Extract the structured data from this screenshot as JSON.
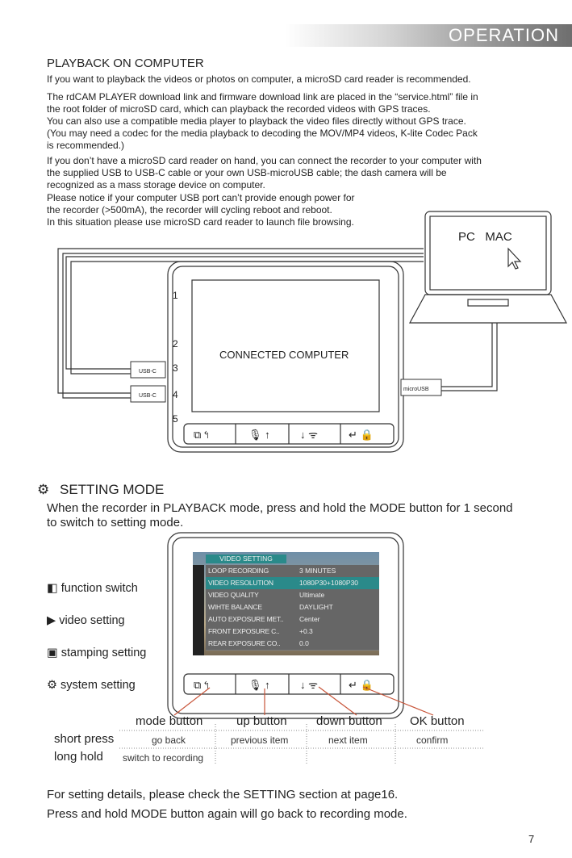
{
  "header": {
    "title": "OPERATION"
  },
  "playback": {
    "title": "PLAYBACK ON COMPUTER",
    "p1": "If you want to playback the videos or photos on computer, a microSD card reader is recommended.",
    "p2": "The rdCAM PLAYER download link and firmware download link are placed in the “service.html” file in\nthe root folder of microSD card, which can playback the recorded videos with GPS traces.\nYou can also use a compatible media player to playback the video files directly without GPS trace.\n(You may need a codec for the media playback to decoding the MOV/MP4 videos, K-lite Codec Pack\nis recommended.)",
    "p3": "If you don’t have a microSD card reader on hand, you can connect the recorder to your computer with\nthe supplied USB to USB-C cable or your own USB-microUSB cable; the dash camera will be\nrecognized as a mass storage device on computer.",
    "p4": "Please notice if your computer USB port can’t provide enough power for\nthe recorder (>500mA), the recorder will cycling reboot and reboot.\nIn this situation please use microSD card reader to launch file browsing."
  },
  "diagram1": {
    "pc_label": "PC   MAC",
    "screen_label": "CONNECTED COMPUTER",
    "ports": [
      "1",
      "2",
      "3",
      "4",
      "5"
    ],
    "usbc": "USB-C",
    "microusb": "microUSB"
  },
  "setting": {
    "title": "SETTING MODE",
    "intro": "When the recorder in PLAYBACK mode, press and hold the MODE button for 1 second\nto switch to setting mode.",
    "legend": [
      "function switch",
      "video setting",
      "stamping setting",
      "system setting"
    ],
    "menu_title": "VIDEO SETTING",
    "menu": [
      {
        "label": "LOOP RECORDING",
        "value": "3 MINUTES"
      },
      {
        "label": "VIDEO RESOLUTION",
        "value": "1080P30+1080P30"
      },
      {
        "label": "VIDEO QUALITY",
        "value": "Ultimate"
      },
      {
        "label": "WIHTE BALANCE",
        "value": "DAYLIGHT"
      },
      {
        "label": "AUTO EXPOSURE MET..",
        "value": "Center"
      },
      {
        "label": "FRONT EXPOSURE C..",
        "value": "+0.3"
      },
      {
        "label": "REAR EXPOSURE CO..",
        "value": "0.0"
      }
    ],
    "table": {
      "headers": [
        "mode button",
        "up button",
        "down button",
        "OK button"
      ],
      "rows": [
        {
          "label": "short press",
          "cells": [
            "go back",
            "previous item",
            "next item",
            "confirm"
          ]
        },
        {
          "label": "long hold",
          "cells": [
            "switch to recording",
            "",
            "",
            ""
          ]
        }
      ]
    },
    "note1": "For setting details, please check the SETTING section at page16.",
    "note2": "Press and hold MODE button again will go back to recording mode."
  },
  "page_number": "7",
  "colors": {
    "accent": "#c8553a",
    "teal": "#2a8a8a"
  }
}
